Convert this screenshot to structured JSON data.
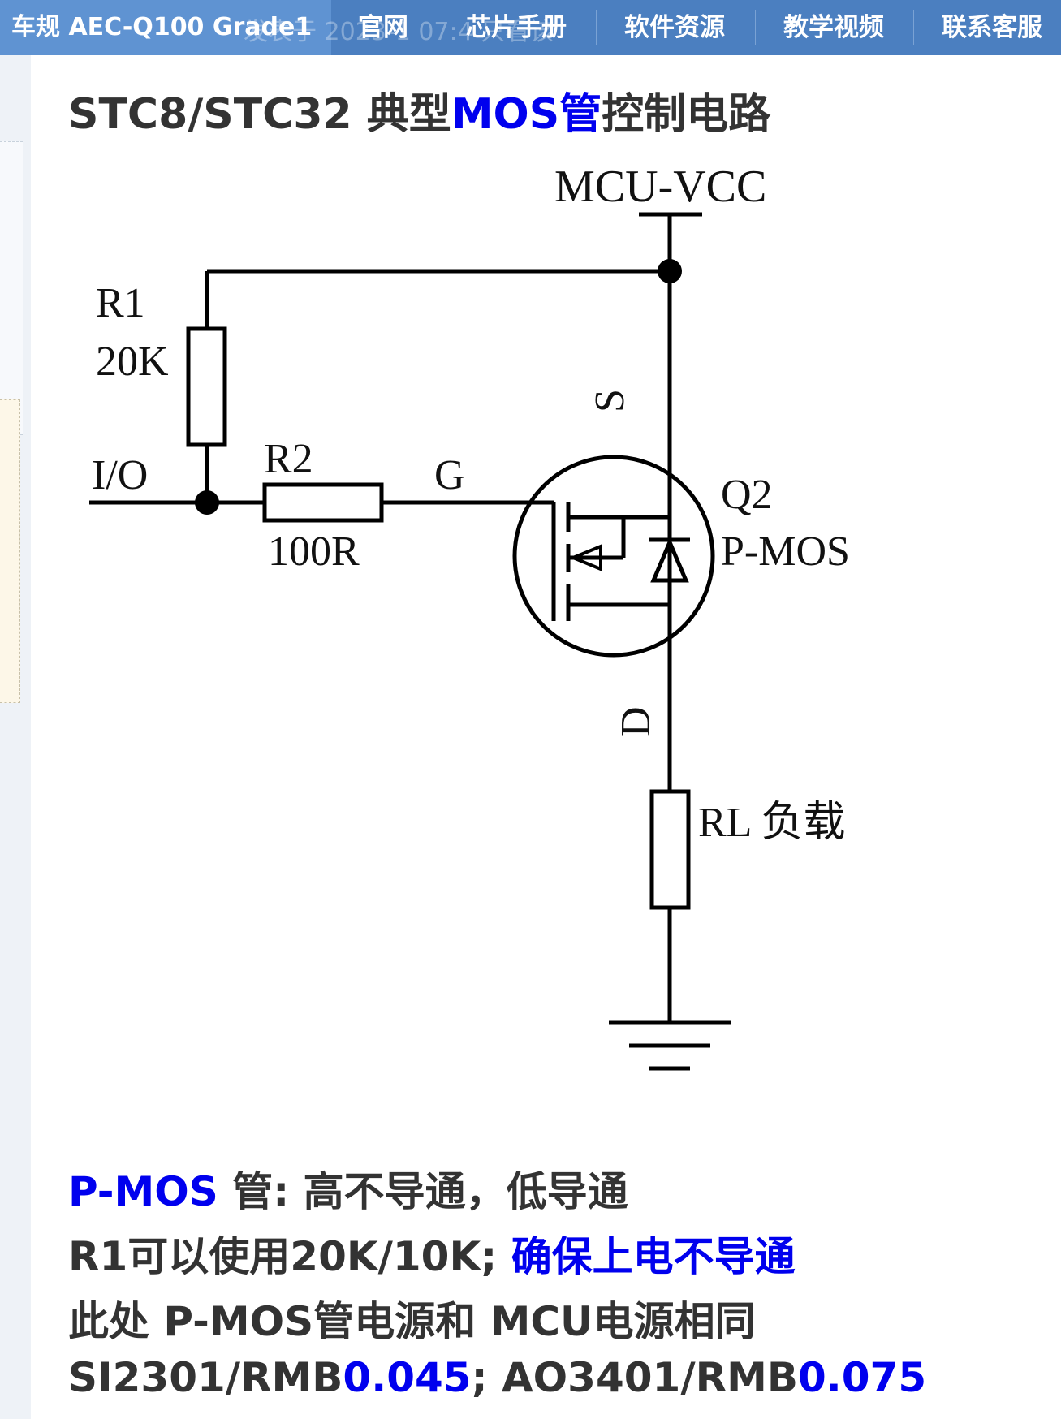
{
  "topbar": {
    "brand": "车规 AEC-Q100 Grade1",
    "ghost_text": "发表于 2023-1 07:4 只看该",
    "nav": [
      "官网",
      "芯片手册",
      "软件资源",
      "教学视频",
      "联系客服"
    ]
  },
  "article": {
    "title_prefix": "STC8/STC32 典型",
    "title_highlight": "MOS管",
    "title_suffix": "控制电路",
    "schematic": {
      "vcc": "MCU-VCC",
      "r1_name": "R1",
      "r1_value": "20K",
      "io": "I/O",
      "r2_name": "R2",
      "r2_value": "100R",
      "gate": "G",
      "source": "S",
      "drain": "D",
      "q_name": "Q2",
      "q_type": "P-MOS",
      "load": "RL 负载"
    },
    "line1_highlight": "P-MOS",
    "line1_rest": " 管: 高不导通，低导通",
    "line2_prefix": "R1可以使用20K/10K; ",
    "line2_highlight": "确保上电不导通",
    "line3": "此处 P-MOS管电源和 MCU电源相同",
    "line4_a": "SI2301/RMB",
    "line4_b": "0.045",
    "line4_c": "; AO3401/RMB",
    "line4_d": "0.075"
  },
  "colors": {
    "accent_blue": "#0000ee",
    "nav_bg": "#4b7fc0",
    "brand_bg": "#5f93d2"
  }
}
